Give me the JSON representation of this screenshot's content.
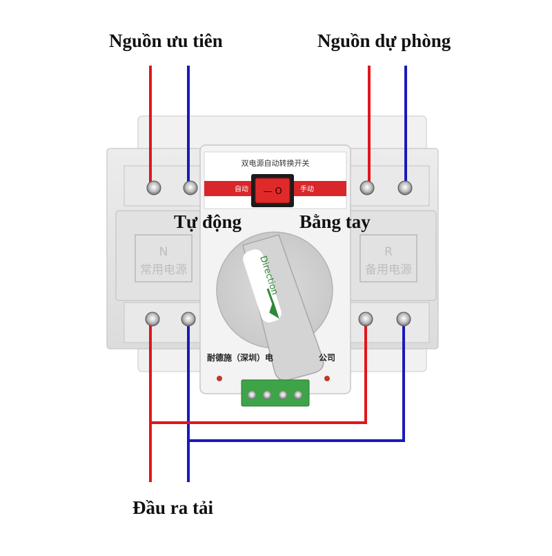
{
  "labels": {
    "primary_source": "Nguồn ưu tiên",
    "backup_source": "Nguồn dự phòng",
    "auto_mode": "Tự động",
    "manual_mode": "Bằng tay",
    "load_output": "Đầu ra tải"
  },
  "device": {
    "top_label": "双电源自动转换开关",
    "rocker_auto": "自动",
    "rocker_manual": "手动",
    "rocker_symbols": "— O",
    "left_module_letter": "N",
    "left_module_text": "常用电源",
    "right_module_letter": "R",
    "right_module_text": "备用电源",
    "handle_text": "Direction",
    "maker_text": "耐德施（深圳）电",
    "maker_suffix": "公司"
  },
  "colors": {
    "live_wire": "#e0161c",
    "neutral_wire": "#1a1ab8",
    "body": "#e6e6e6",
    "panel": "#f4f4f4",
    "terminal_block": "#3fa34a",
    "rocker": "#d8262a"
  }
}
